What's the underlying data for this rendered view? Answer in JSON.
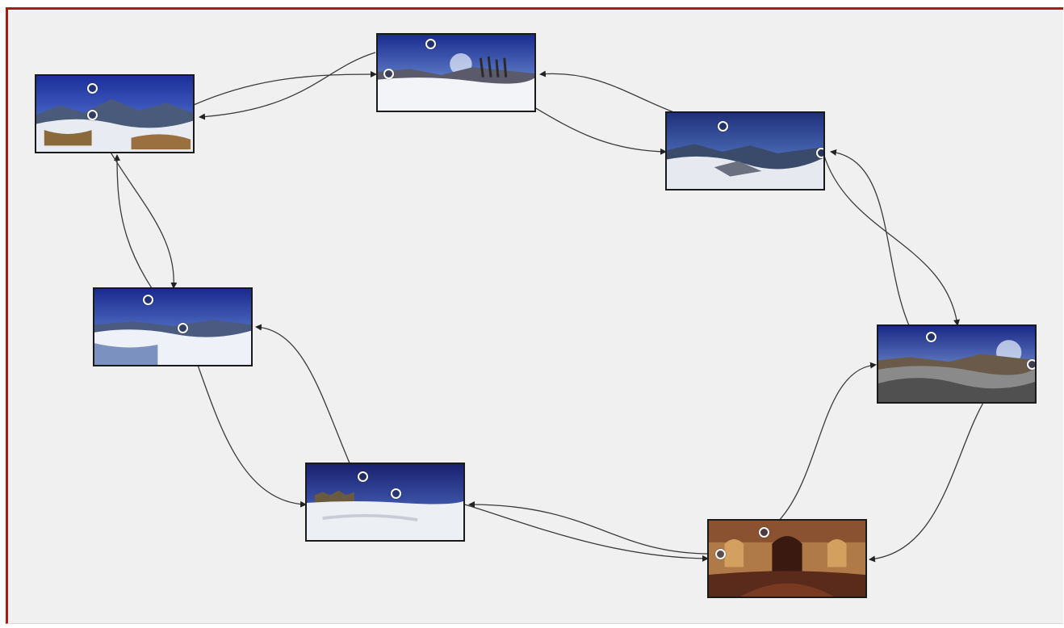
{
  "diagram": {
    "kind": "panorama-tour-graph",
    "colors": {
      "background": "#f0f0f0",
      "frame": "#b01818",
      "link": "#3a3a3a",
      "node_border": "#1a1a1a"
    },
    "nodes": [
      {
        "id": "pano-1",
        "scene": "snowy-mountain-ridge",
        "hotspot_count": 2
      },
      {
        "id": "pano-2",
        "scene": "snowy-peak-with-trees",
        "hotspot_count": 2
      },
      {
        "id": "pano-3",
        "scene": "snowy-valley",
        "hotspot_count": 2
      },
      {
        "id": "pano-4",
        "scene": "snowfield-with-sky",
        "hotspot_count": 2
      },
      {
        "id": "pano-5",
        "scene": "rocky-village-hill",
        "hotspot_count": 2
      },
      {
        "id": "pano-6",
        "scene": "snowy-plain-with-ruins",
        "hotspot_count": 2
      },
      {
        "id": "pano-7",
        "scene": "church-interior",
        "hotspot_count": 2
      }
    ],
    "links": [
      {
        "from": "pano-1",
        "to": "pano-2"
      },
      {
        "from": "pano-2",
        "to": "pano-1"
      },
      {
        "from": "pano-2",
        "to": "pano-3"
      },
      {
        "from": "pano-3",
        "to": "pano-2"
      },
      {
        "from": "pano-3",
        "to": "pano-5"
      },
      {
        "from": "pano-5",
        "to": "pano-3"
      },
      {
        "from": "pano-5",
        "to": "pano-7"
      },
      {
        "from": "pano-7",
        "to": "pano-5"
      },
      {
        "from": "pano-7",
        "to": "pano-6"
      },
      {
        "from": "pano-6",
        "to": "pano-7"
      },
      {
        "from": "pano-6",
        "to": "pano-4"
      },
      {
        "from": "pano-4",
        "to": "pano-6"
      },
      {
        "from": "pano-4",
        "to": "pano-1"
      },
      {
        "from": "pano-1",
        "to": "pano-4"
      }
    ]
  }
}
